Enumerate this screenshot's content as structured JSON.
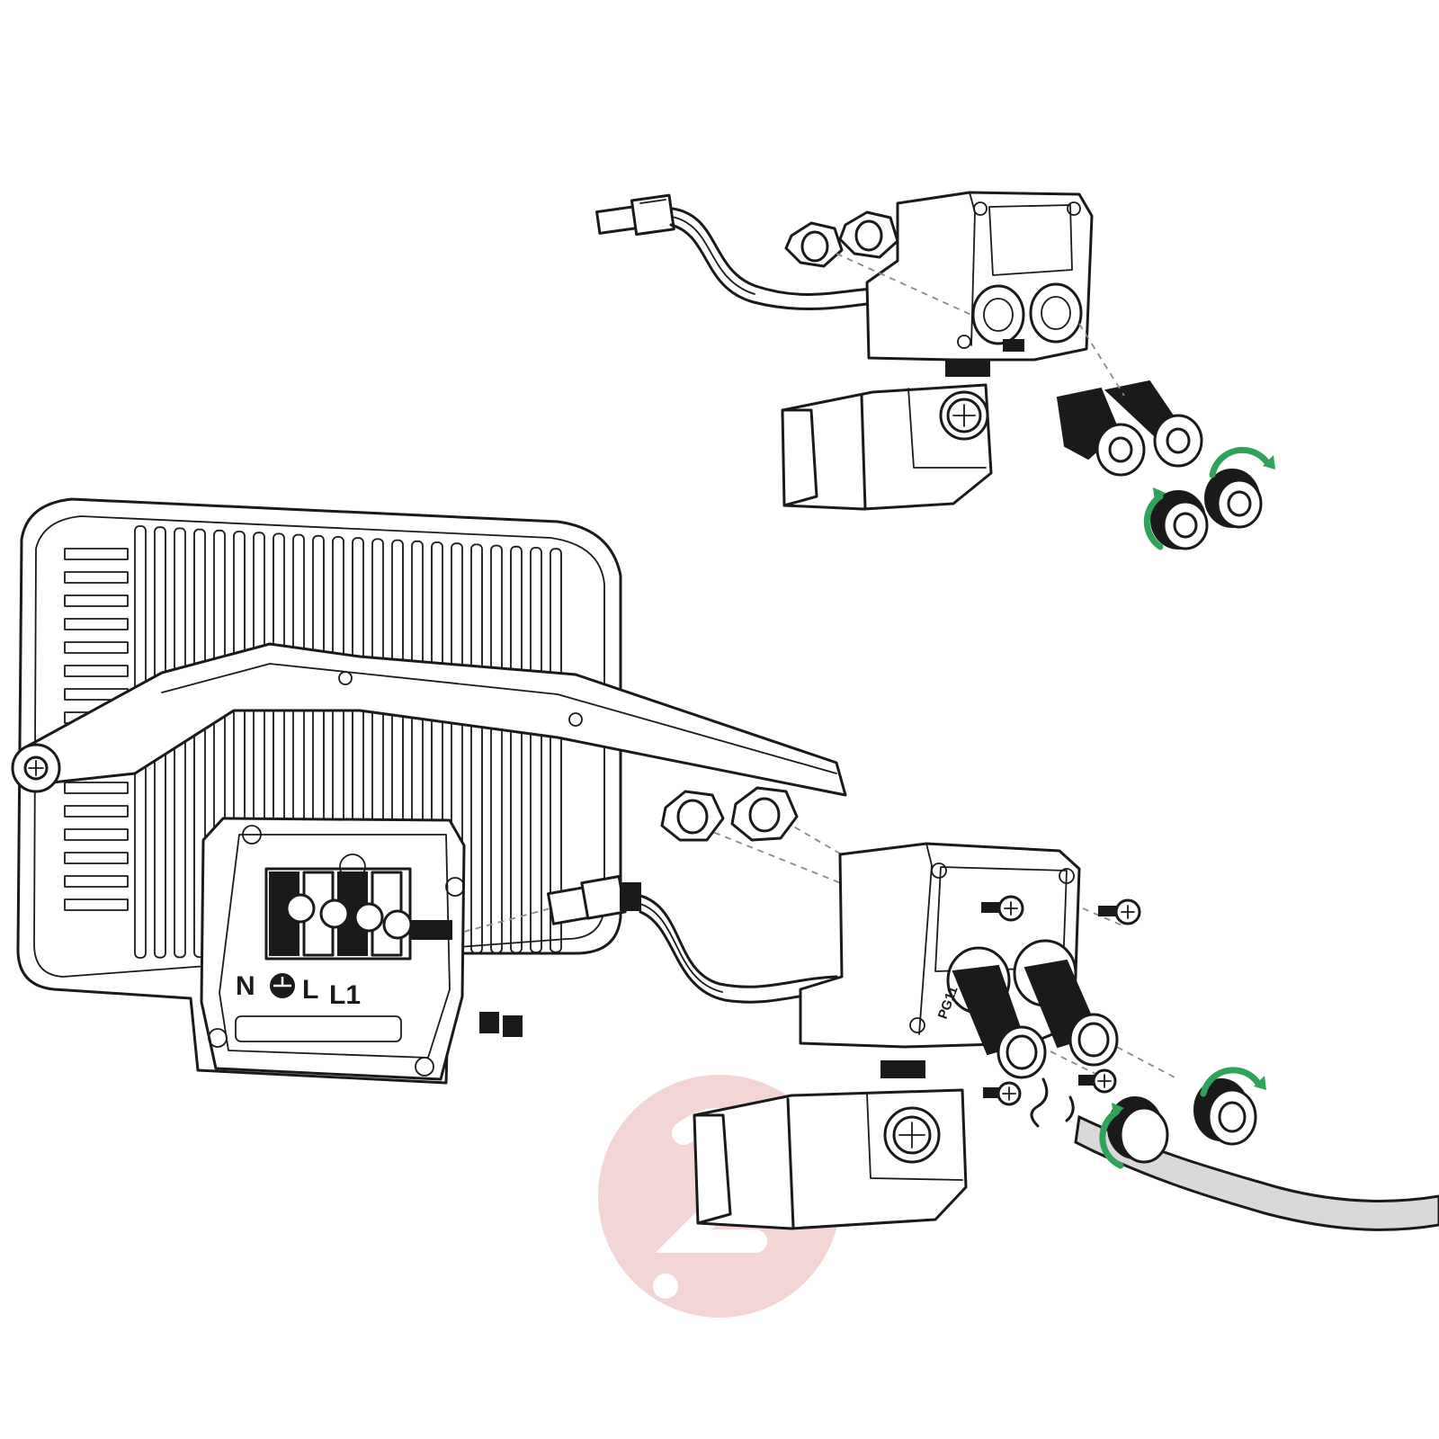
{
  "terminal_labels": [
    "N",
    "L",
    "L1"
  ],
  "gland_label": "PG11",
  "colors": {
    "line": "#1a1a1a",
    "rotation_arrow": "#2fa35a",
    "cable": "#d9d9d9",
    "watermark": "#e8a3a3"
  },
  "icons": {
    "earth_symbol": "ground-symbol",
    "rotation": "rotate-arrow",
    "watermark": "brand-logo-watermark"
  }
}
